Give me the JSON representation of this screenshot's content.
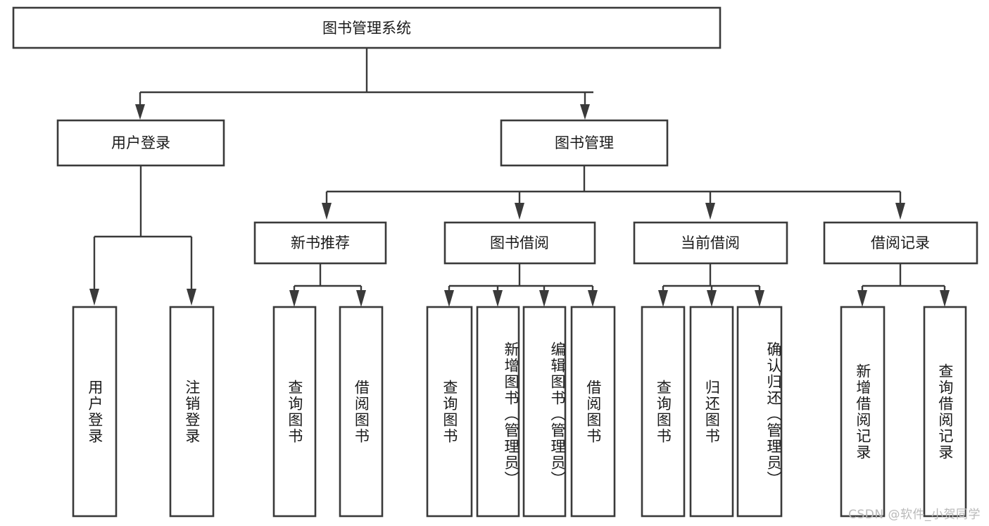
{
  "diagram": {
    "title": "图书管理系统",
    "type": "tree-hierarchy-chart",
    "watermark": "CSDN @软件_小贺同学",
    "colors": {
      "stroke": "#3a3a3a",
      "box_fill": "#ffffff",
      "text": "#1a1a1a",
      "background": "#ffffff",
      "watermark": "#b9b9b9"
    },
    "root": {
      "label": "图书管理系统"
    },
    "level2": [
      {
        "id": "user-login",
        "label": "用户登录"
      },
      {
        "id": "book-manage",
        "label": "图书管理"
      }
    ],
    "level3": [
      {
        "id": "new-book-recommend",
        "label": "新书推荐"
      },
      {
        "id": "book-borrow",
        "label": "图书借阅"
      },
      {
        "id": "current-borrow",
        "label": "当前借阅"
      },
      {
        "id": "borrow-record",
        "label": "借阅记录"
      }
    ],
    "leaves": {
      "user-login": [
        {
          "id": "leaf-user-login",
          "label": "用户登录"
        },
        {
          "id": "leaf-logout-login",
          "label": "注销登录"
        }
      ],
      "new-book-recommend": [
        {
          "id": "leaf-query-book-1",
          "label": "查询图书"
        },
        {
          "id": "leaf-borrow-book-1",
          "label": "借阅图书"
        }
      ],
      "book-borrow": [
        {
          "id": "leaf-query-book-2",
          "label": "查询图书"
        },
        {
          "id": "leaf-add-book-admin",
          "label": "新增图书（管理员）"
        },
        {
          "id": "leaf-edit-book-admin",
          "label": "编辑图书（管理员）"
        },
        {
          "id": "leaf-borrow-book-2",
          "label": "借阅图书"
        }
      ],
      "current-borrow": [
        {
          "id": "leaf-query-book-3",
          "label": "查询图书"
        },
        {
          "id": "leaf-return-book",
          "label": "归还图书"
        },
        {
          "id": "leaf-confirm-return-admin",
          "label": "确认归还（管理员）"
        }
      ],
      "borrow-record": [
        {
          "id": "leaf-add-borrow-record",
          "label": "新增借阅记录"
        },
        {
          "id": "leaf-query-borrow-record",
          "label": "查询借阅记录"
        }
      ]
    }
  }
}
